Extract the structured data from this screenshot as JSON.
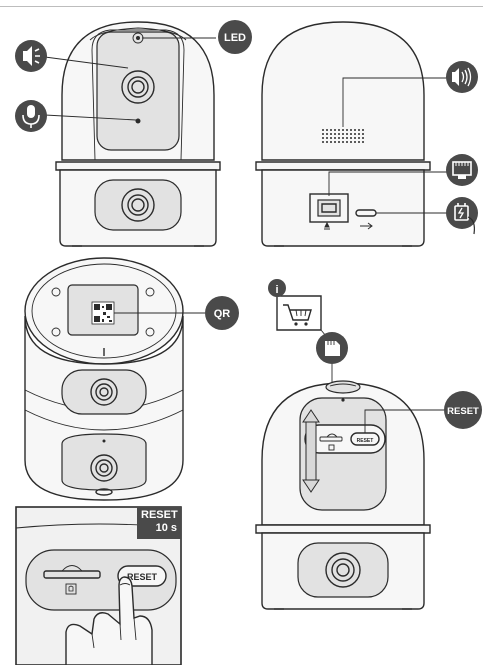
{
  "callouts": {
    "led": "LED",
    "qr": "QR",
    "reset": "RESET",
    "reset_time_1": "RESET",
    "reset_time_2": "10 s",
    "info": "i"
  },
  "engravings": {
    "reset_button": "RESET",
    "reset_button_detail": "RESET"
  },
  "icons": [
    "speaker-icon",
    "microphone-icon",
    "led-callout",
    "volume-icon",
    "ethernet-icon",
    "power-icon",
    "qr-callout",
    "cart-icon",
    "sd-card-icon",
    "reset-callout",
    "info-icon"
  ],
  "colors": {
    "badge": "#4a4a4a",
    "line": "#2b2b2b",
    "device_fill": "#f7f7f7",
    "body_shade": "#e6e6e6"
  }
}
